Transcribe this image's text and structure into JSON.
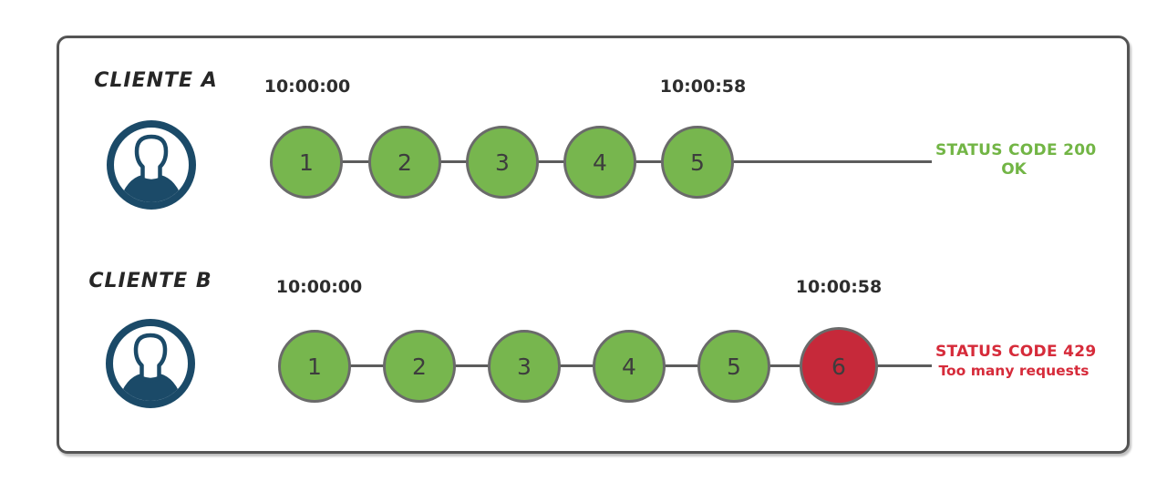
{
  "colors": {
    "success_green": "#77b64e",
    "error_red": "#c6293a",
    "status_green_text": "#72b545",
    "status_red_text": "#d62b3a",
    "avatar_navy": "#1b4a68",
    "line_gray": "#5c5c5c",
    "circle_border_gray": "#6a6a6a",
    "frame_border_gray": "#545454"
  },
  "clients": [
    {
      "name": "CLIENTE A",
      "avatar_icon": "user-avatar-icon",
      "start_time": "10:00:00",
      "end_time": "10:00:58",
      "requests": [
        {
          "label": "1",
          "result": "ok"
        },
        {
          "label": "2",
          "result": "ok"
        },
        {
          "label": "3",
          "result": "ok"
        },
        {
          "label": "4",
          "result": "ok"
        },
        {
          "label": "5",
          "result": "ok"
        }
      ],
      "status": {
        "line1": "STATUS CODE 200",
        "line2": "OK"
      }
    },
    {
      "name": "CLIENTE B",
      "avatar_icon": "user-avatar-icon",
      "start_time": "10:00:00",
      "end_time": "10:00:58",
      "requests": [
        {
          "label": "1",
          "result": "ok"
        },
        {
          "label": "2",
          "result": "ok"
        },
        {
          "label": "3",
          "result": "ok"
        },
        {
          "label": "4",
          "result": "ok"
        },
        {
          "label": "5",
          "result": "ok"
        },
        {
          "label": "6",
          "result": "error"
        }
      ],
      "status": {
        "line1": "STATUS CODE 429",
        "line2": "Too many requests"
      }
    }
  ]
}
